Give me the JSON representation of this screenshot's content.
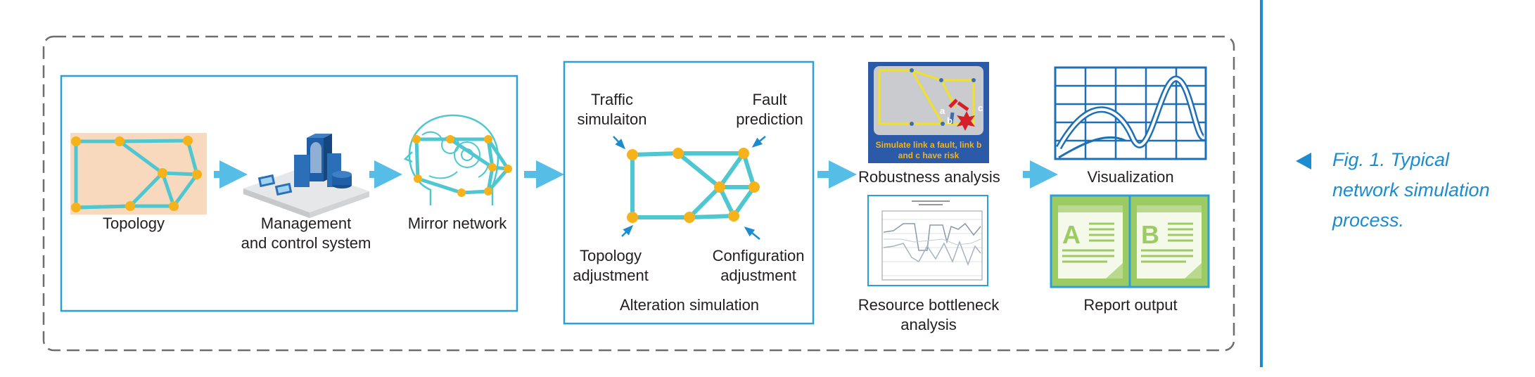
{
  "diagram": {
    "stages": {
      "topology": "Topology",
      "management": {
        "line1": "Management",
        "line2": "and control system"
      },
      "mirror": "Mirror network",
      "alteration": {
        "title": "Alteration simulation",
        "traffic": {
          "line1": "Traffic",
          "line2": "simulaiton"
        },
        "fault": {
          "line1": "Fault",
          "line2": "prediction"
        },
        "topology_adj": {
          "line1": "Topology",
          "line2": "adjustment"
        },
        "config_adj": {
          "line1": "Configuration",
          "line2": "adjustment"
        }
      },
      "robustness": {
        "label": "Robustness analysis",
        "screen_text": {
          "line1": "Simulate link a fault,  link b",
          "line2": "and c have risk"
        },
        "link_letters": [
          "a",
          "b",
          "c"
        ]
      },
      "bottleneck": {
        "line1": "Resource bottleneck",
        "line2": "analysis"
      },
      "visualization": "Visualization",
      "report": {
        "label": "Report output",
        "letters": [
          "A",
          "B"
        ]
      }
    },
    "colors": {
      "frame_blue": "#2a9fd8",
      "link_teal": "#4fc7d0",
      "node_orange": "#f6b21b",
      "arrow_blue": "#55bde6",
      "topology_bg": "#f8d9bd",
      "report_green": "#9ccb64",
      "caption_blue": "#1a8ccf"
    }
  },
  "caption": "Fig. 1. Typical\nnetwork simulation\nprocess."
}
